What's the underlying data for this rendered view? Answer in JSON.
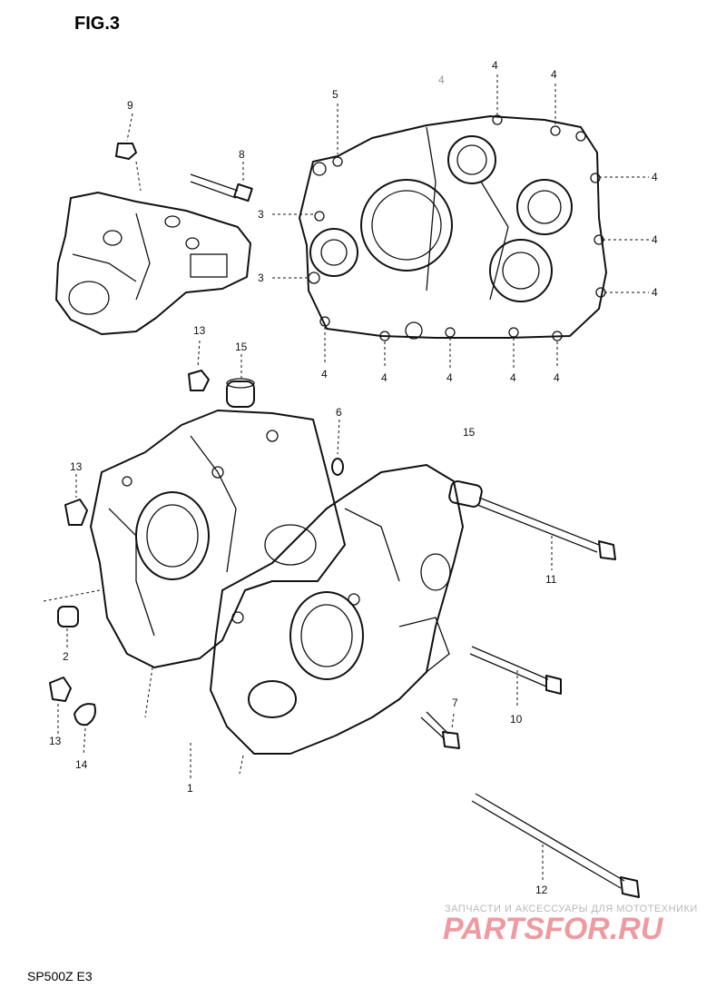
{
  "figure_title": "FIG.3",
  "footer_code": "SP500Z E3",
  "watermark": {
    "tagline": "ЗАПЧАСТИ И АКСЕССУАРЫ ДЛЯ МОТОТЕХНИКИ",
    "brand": "PARTSFOR.RU"
  },
  "callouts": {
    "c1": "1",
    "c2": "2",
    "c3a": "3",
    "c3b": "3",
    "c4a": "4",
    "c4b": "4",
    "c4c": "4",
    "c4d": "4",
    "c4e": "4",
    "c4f": "4",
    "c4g": "4",
    "c4h": "4",
    "c4i": "4",
    "c4j": "4",
    "c4k": "4",
    "c5": "5",
    "c6": "6",
    "c7": "7",
    "c8": "8",
    "c9": "9",
    "c10": "10",
    "c11": "11",
    "c12": "12",
    "c13a": "13",
    "c13b": "13",
    "c13c": "13",
    "c14": "14",
    "c15a": "15",
    "c15b": "15"
  }
}
